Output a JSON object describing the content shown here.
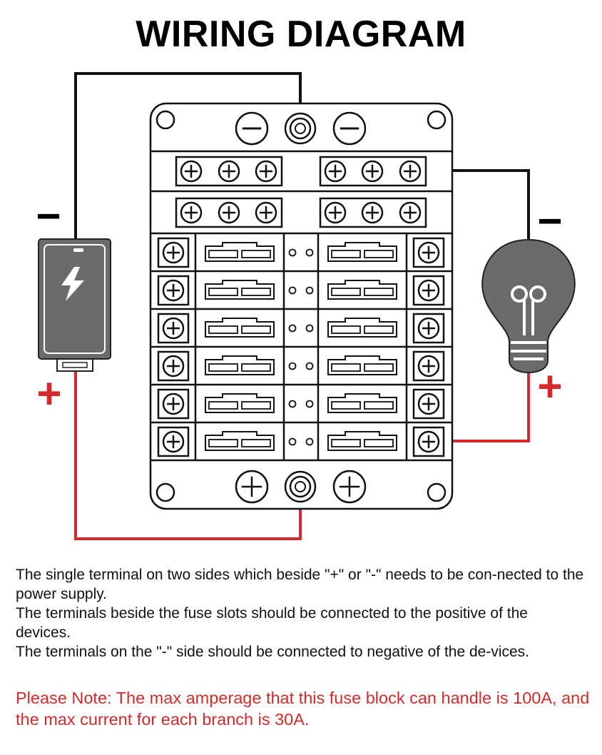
{
  "title": "WIRING DIAGRAM",
  "labels": {
    "battery_negative": "−",
    "battery_positive": "+",
    "bulb_negative": "−",
    "bulb_positive": "+"
  },
  "description": [
    "The single terminal on two sides which beside \"+\" or \"-\" needs to be con-nected to the power supply.",
    "The terminals beside the fuse slots should be connected to the positive of the devices.",
    "The terminals on the \"-\" side should be connected to negative of the de-vices."
  ],
  "note": "Please Note: The max amperage that this fuse block can handle is 100A, and the max current for each branch is 30A.",
  "colors": {
    "positive_wire": "#d62a2a",
    "negative_wire": "#111111",
    "device_gray": "#6b6b6b"
  },
  "icons": {
    "battery": "battery-icon",
    "lightning": "lightning-icon",
    "bulb": "light-bulb-icon"
  }
}
